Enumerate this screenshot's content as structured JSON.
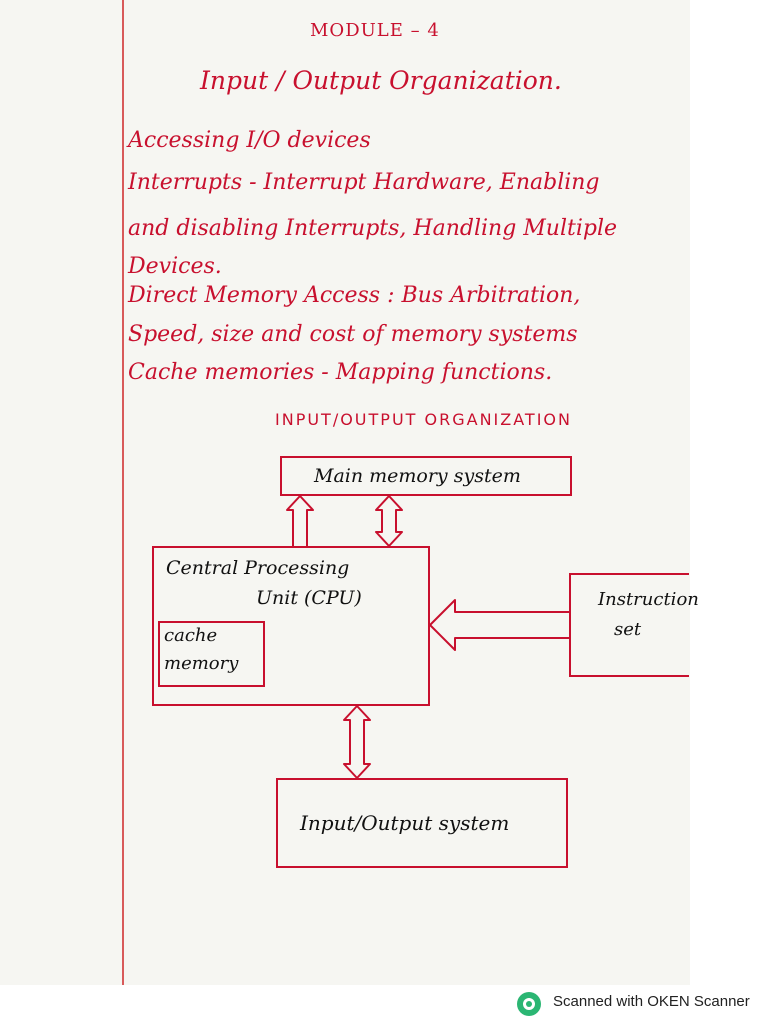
{
  "page": {
    "module_heading": "MODULE – 4",
    "title": "Input / Output Organization.",
    "topics": [
      "Accessing I/O devices",
      "Interrupts - Interrupt Hardware, Enabling",
      "and disabling Interrupts, Handling Multiple",
      "Devices.",
      "Direct Memory Access : Bus Arbitration,",
      "Speed, size and cost of memory systems",
      "Cache memories - Mapping functions."
    ]
  },
  "diagram": {
    "title": "INPUT/OUTPUT ORGANIZATION",
    "main_memory": "Main memory system",
    "cpu_line1": "Central Processing",
    "cpu_line2": "Unit (CPU)",
    "cache_line1": "cache",
    "cache_line2": "memory",
    "instr_line1": "Instruction",
    "instr_line2": "set",
    "io_system": "Input/Output system"
  },
  "footer": {
    "scanner_text": "Scanned with OKEN Scanner"
  },
  "colors": {
    "ink_red": "#c8102e",
    "margin_red": "#d85a5a",
    "scanner_green": "#2bb673"
  }
}
